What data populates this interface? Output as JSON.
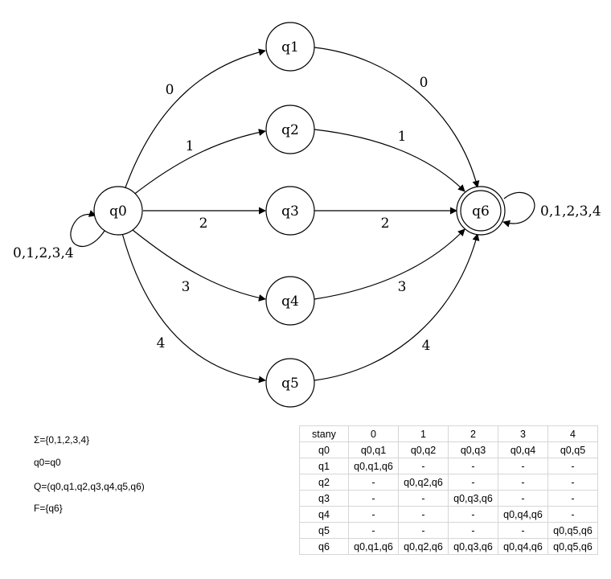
{
  "states": [
    {
      "id": "q0",
      "label": "q0",
      "accepting": false
    },
    {
      "id": "q1",
      "label": "q1",
      "accepting": false
    },
    {
      "id": "q2",
      "label": "q2",
      "accepting": false
    },
    {
      "id": "q3",
      "label": "q3",
      "accepting": false
    },
    {
      "id": "q4",
      "label": "q4",
      "accepting": false
    },
    {
      "id": "q5",
      "label": "q5",
      "accepting": false
    },
    {
      "id": "q6",
      "label": "q6",
      "accepting": true
    }
  ],
  "transitions": [
    {
      "from": "q0",
      "to": "q1",
      "label": "0"
    },
    {
      "from": "q0",
      "to": "q2",
      "label": "1"
    },
    {
      "from": "q0",
      "to": "q3",
      "label": "2"
    },
    {
      "from": "q0",
      "to": "q4",
      "label": "3"
    },
    {
      "from": "q0",
      "to": "q5",
      "label": "4"
    },
    {
      "from": "q1",
      "to": "q6",
      "label": "0"
    },
    {
      "from": "q2",
      "to": "q6",
      "label": "1"
    },
    {
      "from": "q3",
      "to": "q6",
      "label": "2"
    },
    {
      "from": "q4",
      "to": "q6",
      "label": "3"
    },
    {
      "from": "q5",
      "to": "q6",
      "label": "4"
    },
    {
      "from": "q0",
      "to": "q0",
      "label": "0,1,2,3,4"
    },
    {
      "from": "q6",
      "to": "q6",
      "label": "0,1,2,3,4"
    }
  ],
  "definitions": {
    "alphabet": "Σ={0,1,2,3,4}",
    "start": "q0=q0",
    "state_set": "Q=(q0,q1,q2,q3,q4,q5,q6)",
    "final": "F={q6}"
  },
  "table": {
    "header": [
      "stany",
      "0",
      "1",
      "2",
      "3",
      "4"
    ],
    "rows": [
      [
        "q0",
        "q0,q1",
        "q0,q2",
        "q0,q3",
        "q0,q4",
        "q0,q5"
      ],
      [
        "q1",
        "q0,q1,q6",
        "-",
        "-",
        "-",
        "-"
      ],
      [
        "q2",
        "-",
        "q0,q2,q6",
        "-",
        "-",
        "-"
      ],
      [
        "q3",
        "-",
        "-",
        "q0,q3,q6",
        "-",
        "-"
      ],
      [
        "q4",
        "-",
        "-",
        "-",
        "q0,q4,q6",
        "-"
      ],
      [
        "q5",
        "-",
        "-",
        "-",
        "-",
        "q0,q5,q6"
      ],
      [
        "q6",
        "q0,q1,q6",
        "q0,q2,q6",
        "q0,q3,q6",
        "q0,q4,q6",
        "q0,q5,q6"
      ]
    ]
  }
}
